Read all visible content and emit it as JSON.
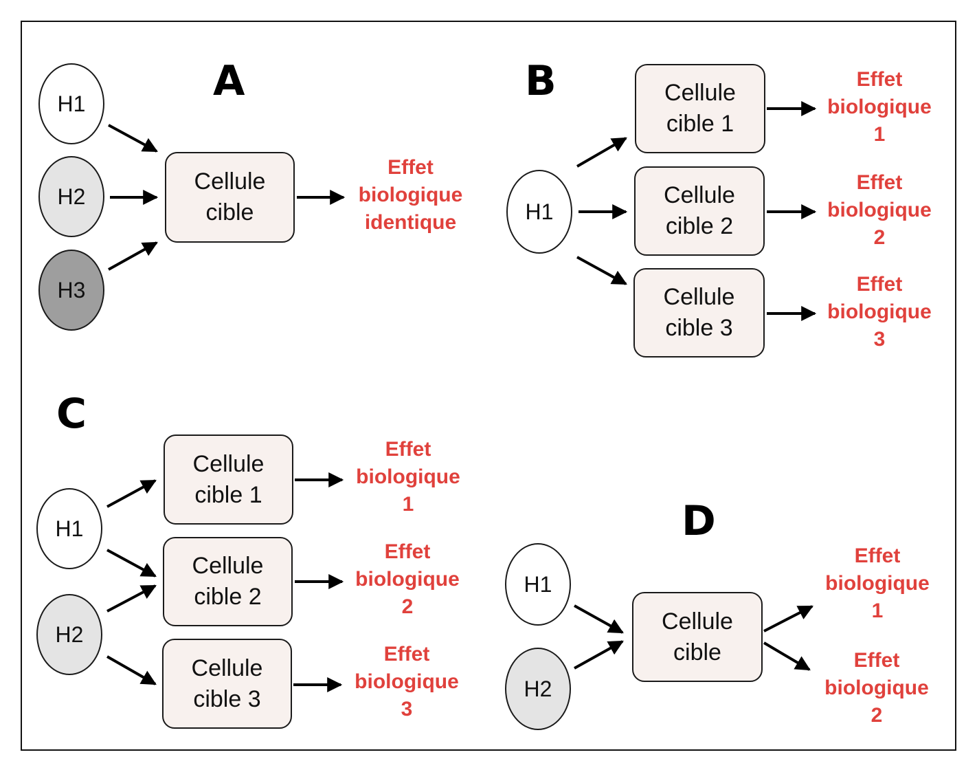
{
  "colors": {
    "effect_text": "#e0413c",
    "h1_fill": "#ffffff",
    "h2_fill": "#e4e4e4",
    "h3_fill": "#9e9e9e",
    "cell_fill": "#f8f1ee",
    "arrow": "#000000"
  },
  "panels": {
    "A": {
      "letter": "A",
      "hormones": [
        "H1",
        "H2",
        "H3"
      ],
      "cell": [
        "Cellule",
        "cible"
      ],
      "effect": [
        "Effet",
        "biologique",
        "identique"
      ]
    },
    "B": {
      "letter": "B",
      "hormone": "H1",
      "cells": [
        [
          "Cellule",
          "cible 1"
        ],
        [
          "Cellule",
          "cible 2"
        ],
        [
          "Cellule",
          "cible 3"
        ]
      ],
      "effects": [
        [
          "Effet",
          "biologique",
          "1"
        ],
        [
          "Effet",
          "biologique",
          "2"
        ],
        [
          "Effet",
          "biologique",
          "3"
        ]
      ]
    },
    "C": {
      "letter": "C",
      "hormones": [
        "H1",
        "H2"
      ],
      "cells": [
        [
          "Cellule",
          "cible 1"
        ],
        [
          "Cellule",
          "cible 2"
        ],
        [
          "Cellule",
          "cible 3"
        ]
      ],
      "effects": [
        [
          "Effet",
          "biologique",
          "1"
        ],
        [
          "Effet",
          "biologique",
          "2"
        ],
        [
          "Effet",
          "biologique",
          "3"
        ]
      ]
    },
    "D": {
      "letter": "D",
      "hormones": [
        "H1",
        "H2"
      ],
      "cell": [
        "Cellule",
        "cible"
      ],
      "effects": [
        [
          "Effet",
          "biologique",
          "1"
        ],
        [
          "Effet",
          "biologique",
          "2"
        ]
      ]
    }
  }
}
